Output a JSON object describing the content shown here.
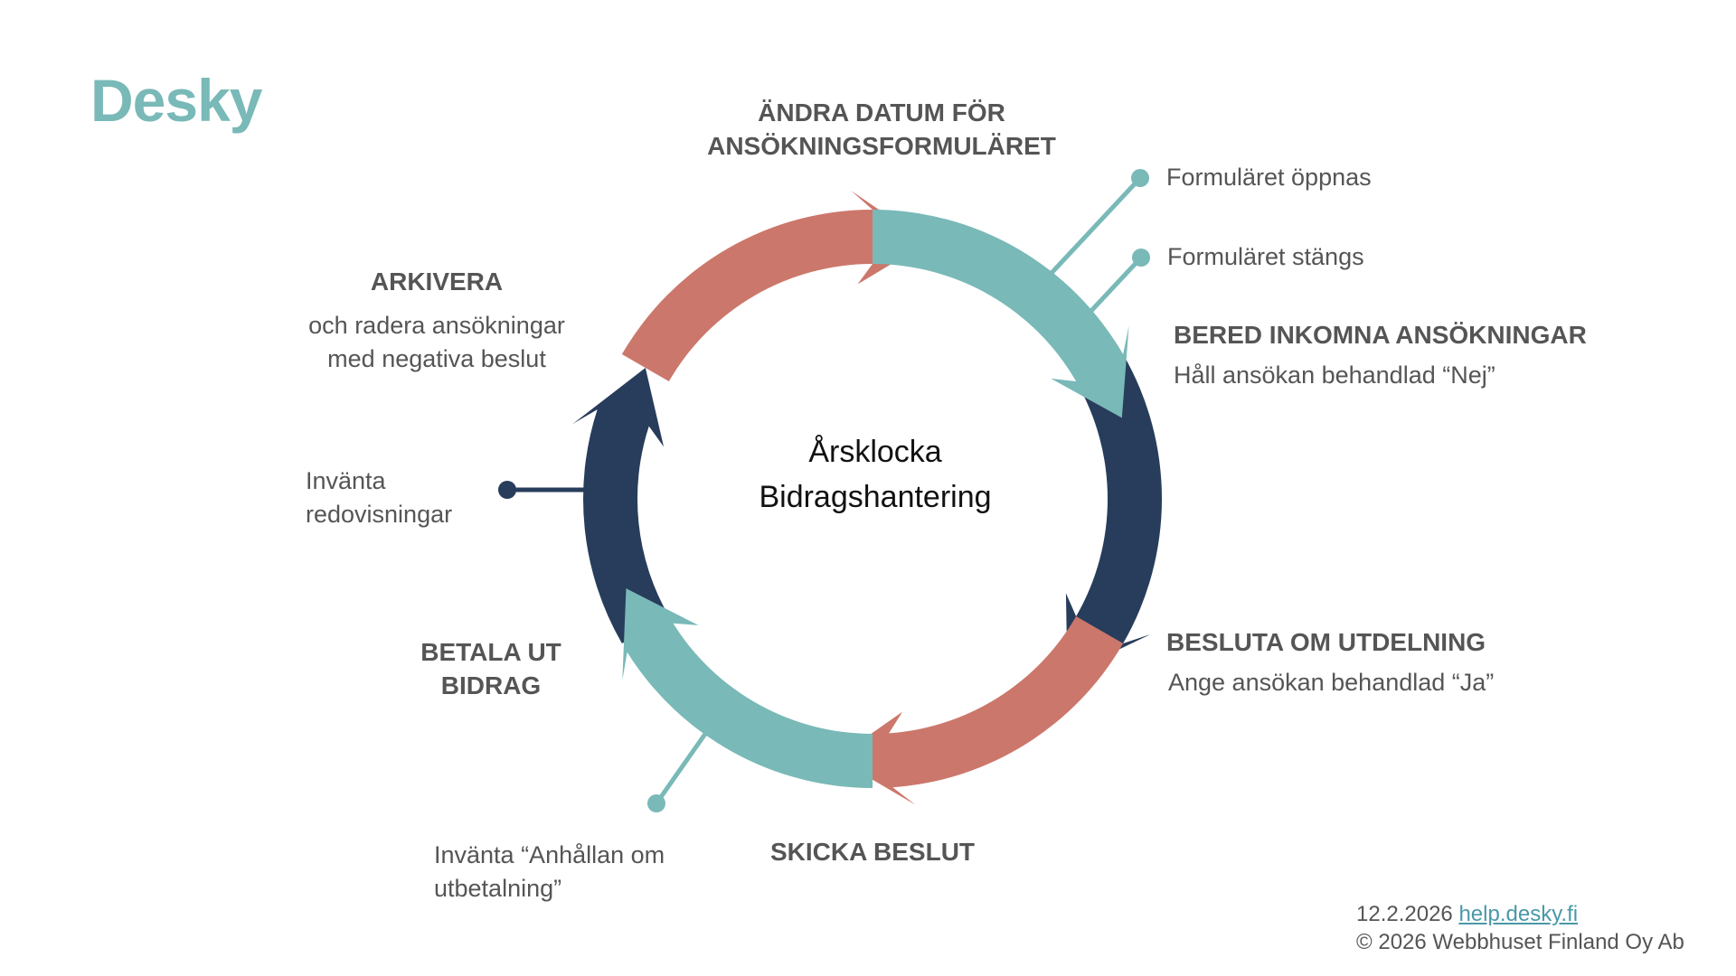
{
  "logo": "Desky",
  "diagram": {
    "center_title": [
      "Årsklocka",
      "Bidragshantering"
    ],
    "colors": {
      "red": "#cc776b",
      "teal": "#79b9b8",
      "navy": "#283d5b",
      "text": "#555555"
    },
    "stages": {
      "top": {
        "title": [
          "ÄNDRA DATUM FÖR",
          "ANSÖKNINGSFORMULÄRET"
        ]
      },
      "right_upper": {
        "title": "BERED INKOMNA ANSÖKNINGAR",
        "subtitle": "Håll ansökan behandlad “Nej”"
      },
      "right_lower": {
        "title": "BESLUTA OM UTDELNING",
        "subtitle": "Ange ansökan behandlad “Ja”"
      },
      "bottom": {
        "title": "SKICKA BESLUT"
      },
      "left_lower": {
        "title": [
          "BETALA UT",
          "BIDRAG"
        ]
      },
      "left_upper": {
        "title": "ARKIVERA",
        "subtitle": [
          "och radera ansökningar",
          "med negativa beslut"
        ]
      }
    },
    "milestones": {
      "form_opens": "Formuläret öppnas",
      "form_closes": "Formuläret stängs",
      "await_reports": [
        "Invänta",
        "redovisningar"
      ],
      "await_payment_request": [
        "Invänta “Anhållan om",
        "utbetalning”"
      ]
    }
  },
  "footer": {
    "date": "12.2.2026",
    "link": "help.desky.fi",
    "copyright": "© 2026 Webbhuset Finland Oy Ab"
  }
}
